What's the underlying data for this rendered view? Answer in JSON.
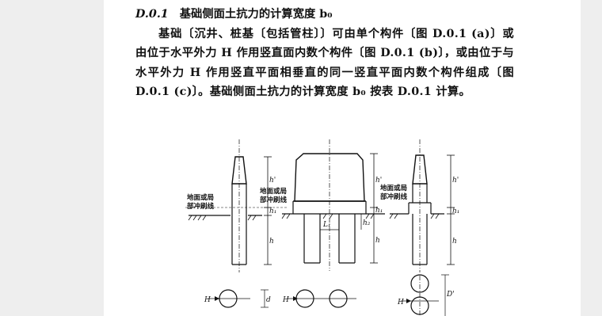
{
  "document": {
    "heading_number": "D.0.1",
    "heading_title": "基础侧面土抗力的计算宽度 b₀",
    "paragraph": "基础〔沉井、桩基〔包括管柱〕〕可由单个构件〔图 D.0.1 (a)〕或由位于水平外力 H 作用竖直面内数个构件〔图 D.0.1 (b)〕，或由位于与水平外力 H 作用竖直平面相垂直的同一竖直平面内数个构件组成〔图 D.0.1 (c)〕。基础侧面土抗力的计算宽度 b₀ 按表 D.0.1 计算。"
  },
  "figure": {
    "ground_label_line1": "地面或局",
    "ground_label_line2": "部冲刷线",
    "dim_h_prime": "h'",
    "dim_h1": "h₁",
    "dim_h": "h",
    "dim_h2": "h₂",
    "dim_L1": "L₁",
    "dim_d": "d",
    "dim_D_prime": "D'",
    "force_H": "H"
  }
}
